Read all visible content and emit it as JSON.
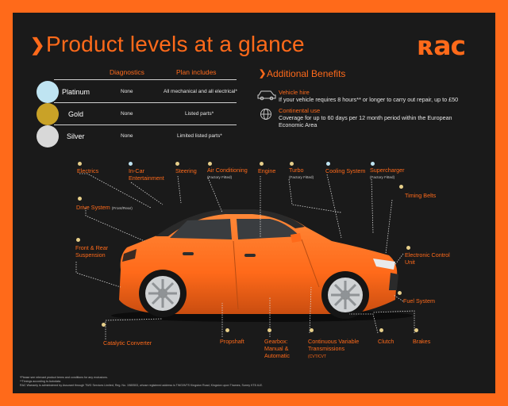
{
  "header": {
    "title": "Product levels at a glance",
    "logo": "RAC"
  },
  "table": {
    "columns": [
      "Diagnostics",
      "Plan includes"
    ],
    "rows": [
      {
        "tier": "Platinum",
        "diagnostics": "None",
        "plan": "All mechanical and all electrical*",
        "color": "#bfe4f2"
      },
      {
        "tier": "Gold",
        "diagnostics": "None",
        "plan": "Listed parts*",
        "color": "#c9a227"
      },
      {
        "tier": "Silver",
        "diagnostics": "None",
        "plan": "Limited listed parts*",
        "color": "#d8d8d8"
      }
    ]
  },
  "benefits": {
    "title": "Additional Benefits",
    "items": [
      {
        "icon": "car-icon",
        "heading": "Vehicle hire",
        "text": "If your vehicle requires 8 hours** or longer to carry out repair, up to £50"
      },
      {
        "icon": "globe-icon",
        "heading": "Continental use",
        "text": "Coverage for up to 60 days per 12 month period within the European Economic Area"
      }
    ]
  },
  "parts": {
    "electrics": "Electrics",
    "incar_1": "In-Car",
    "incar_2": "Entertainment",
    "steering": "Steering",
    "aircon": "Air Conditioning",
    "aircon_note": "(Factory Fitted)",
    "engine": "Engine",
    "turbo": "Turbo",
    "turbo_note": "(Factory Fitted)",
    "cooling": "Cooling System",
    "supercharger": "Supercharger",
    "supercharger_note": "(Factory Fitted)",
    "timing": "Timing Belts",
    "drive": "Drive System",
    "drive_note": "(Front/Rear)",
    "suspension_1": "Front & Rear",
    "suspension_2": "Suspension",
    "ecu_1": "Electronic Control",
    "ecu_2": "Unit",
    "fuel": "Fuel System",
    "catalytic": "Catalytic Converter",
    "propshaft": "Propshaft",
    "gearbox_1": "Gearbox:",
    "gearbox_2": "Manual &",
    "gearbox_3": "Automatic",
    "cvt_1": "Continuous Variable",
    "cvt_2": "Transmissions",
    "cvt_3": "(CVT/CVT",
    "clutch": "Clutch",
    "brakes": "Brakes"
  },
  "footnotes": {
    "line1": "*Please see relevant product terms and conditions for any exclusions.",
    "line2": "**Timings according to Autodata.",
    "line3": "RAC Warranty is administered by Assurant through TWG Services Limited, Reg. No. 1980503, whose registered address is TWG/WTS Kingston Road, Kingston upon Thames, Surrey KT8 4LE."
  },
  "colors": {
    "accent": "#ff6a1a",
    "background": "#1a1a1a",
    "car_body": "#ff6f20"
  }
}
